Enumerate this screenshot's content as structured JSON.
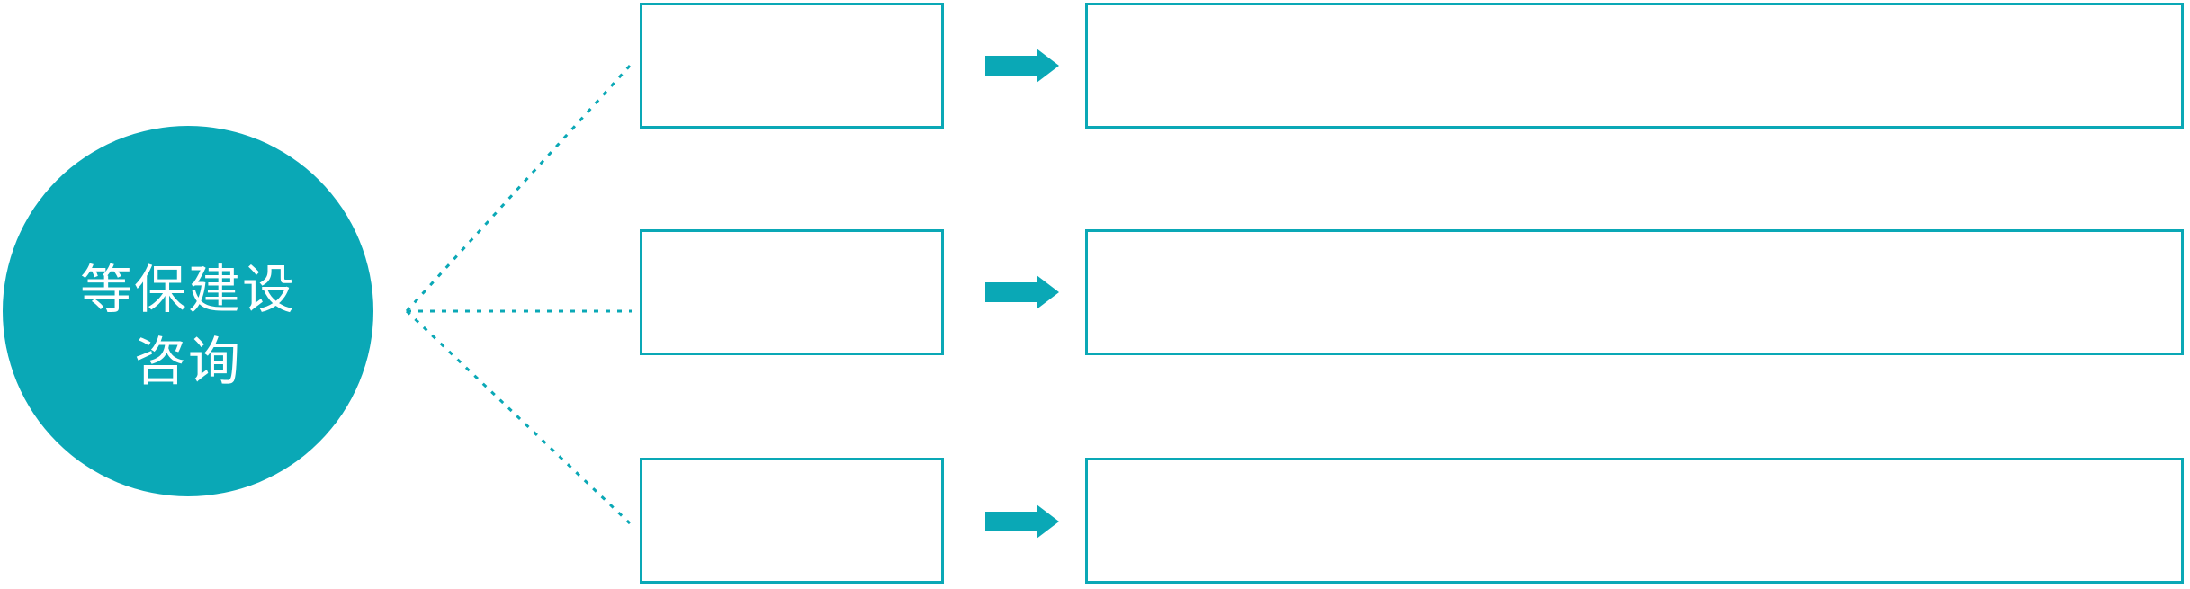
{
  "diagram": {
    "type": "branch-diagram",
    "accent_color": "#0AA8B6",
    "background_color": "#FFFFFF",
    "root": {
      "label_line1": "等保建设",
      "label_line2": "咨询",
      "text_color": "#FFFFFF",
      "shape": "circle"
    },
    "branches": [
      {
        "name": "branch-1",
        "source_text": "",
        "target_text": "",
        "connector": "dotted-line",
        "arrow": "right-block-arrow"
      },
      {
        "name": "branch-2",
        "source_text": "",
        "target_text": "",
        "connector": "dotted-line",
        "arrow": "right-block-arrow"
      },
      {
        "name": "branch-3",
        "source_text": "",
        "target_text": "",
        "connector": "dotted-line",
        "arrow": "right-block-arrow"
      }
    ]
  }
}
